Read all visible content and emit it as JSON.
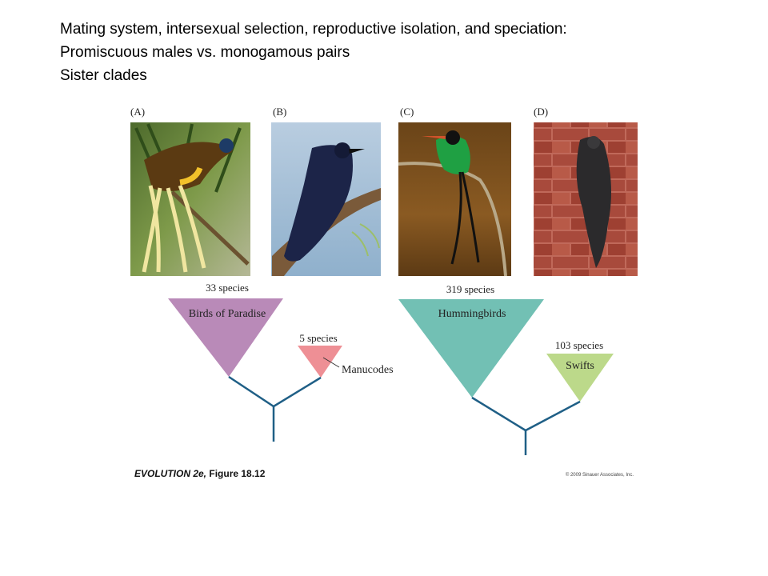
{
  "title_lines": [
    "Mating system, intersexual selection, reproductive isolation, and speciation:",
    "Promiscuous males vs. monogamous pairs",
    "Sister clades"
  ],
  "panels": [
    {
      "label": "(A)",
      "photo": "bird-of-paradise-photo"
    },
    {
      "label": "(B)",
      "photo": "manucode-photo"
    },
    {
      "label": "(C)",
      "photo": "hummingbird-photo"
    },
    {
      "label": "(D)",
      "photo": "swift-photo"
    }
  ],
  "clades": {
    "birds_of_paradise": {
      "name": "Birds of Paradise",
      "count": "33 species",
      "color": "#b98ab8"
    },
    "manucodes": {
      "name": "Manucodes",
      "count": "5 species",
      "color": "#ee8f95"
    },
    "hummingbirds": {
      "name": "Hummingbirds",
      "count": "319 species",
      "color": "#72c0b4"
    },
    "swifts": {
      "name": "Swifts",
      "count": "103 species",
      "color": "#bcd98a"
    }
  },
  "tree_color": "#1f5f86",
  "caption": {
    "main": "EVOLUTION 2e,",
    "tail": " Figure 18.12"
  },
  "copyright": "© 2009 Sinauer Associates, Inc."
}
